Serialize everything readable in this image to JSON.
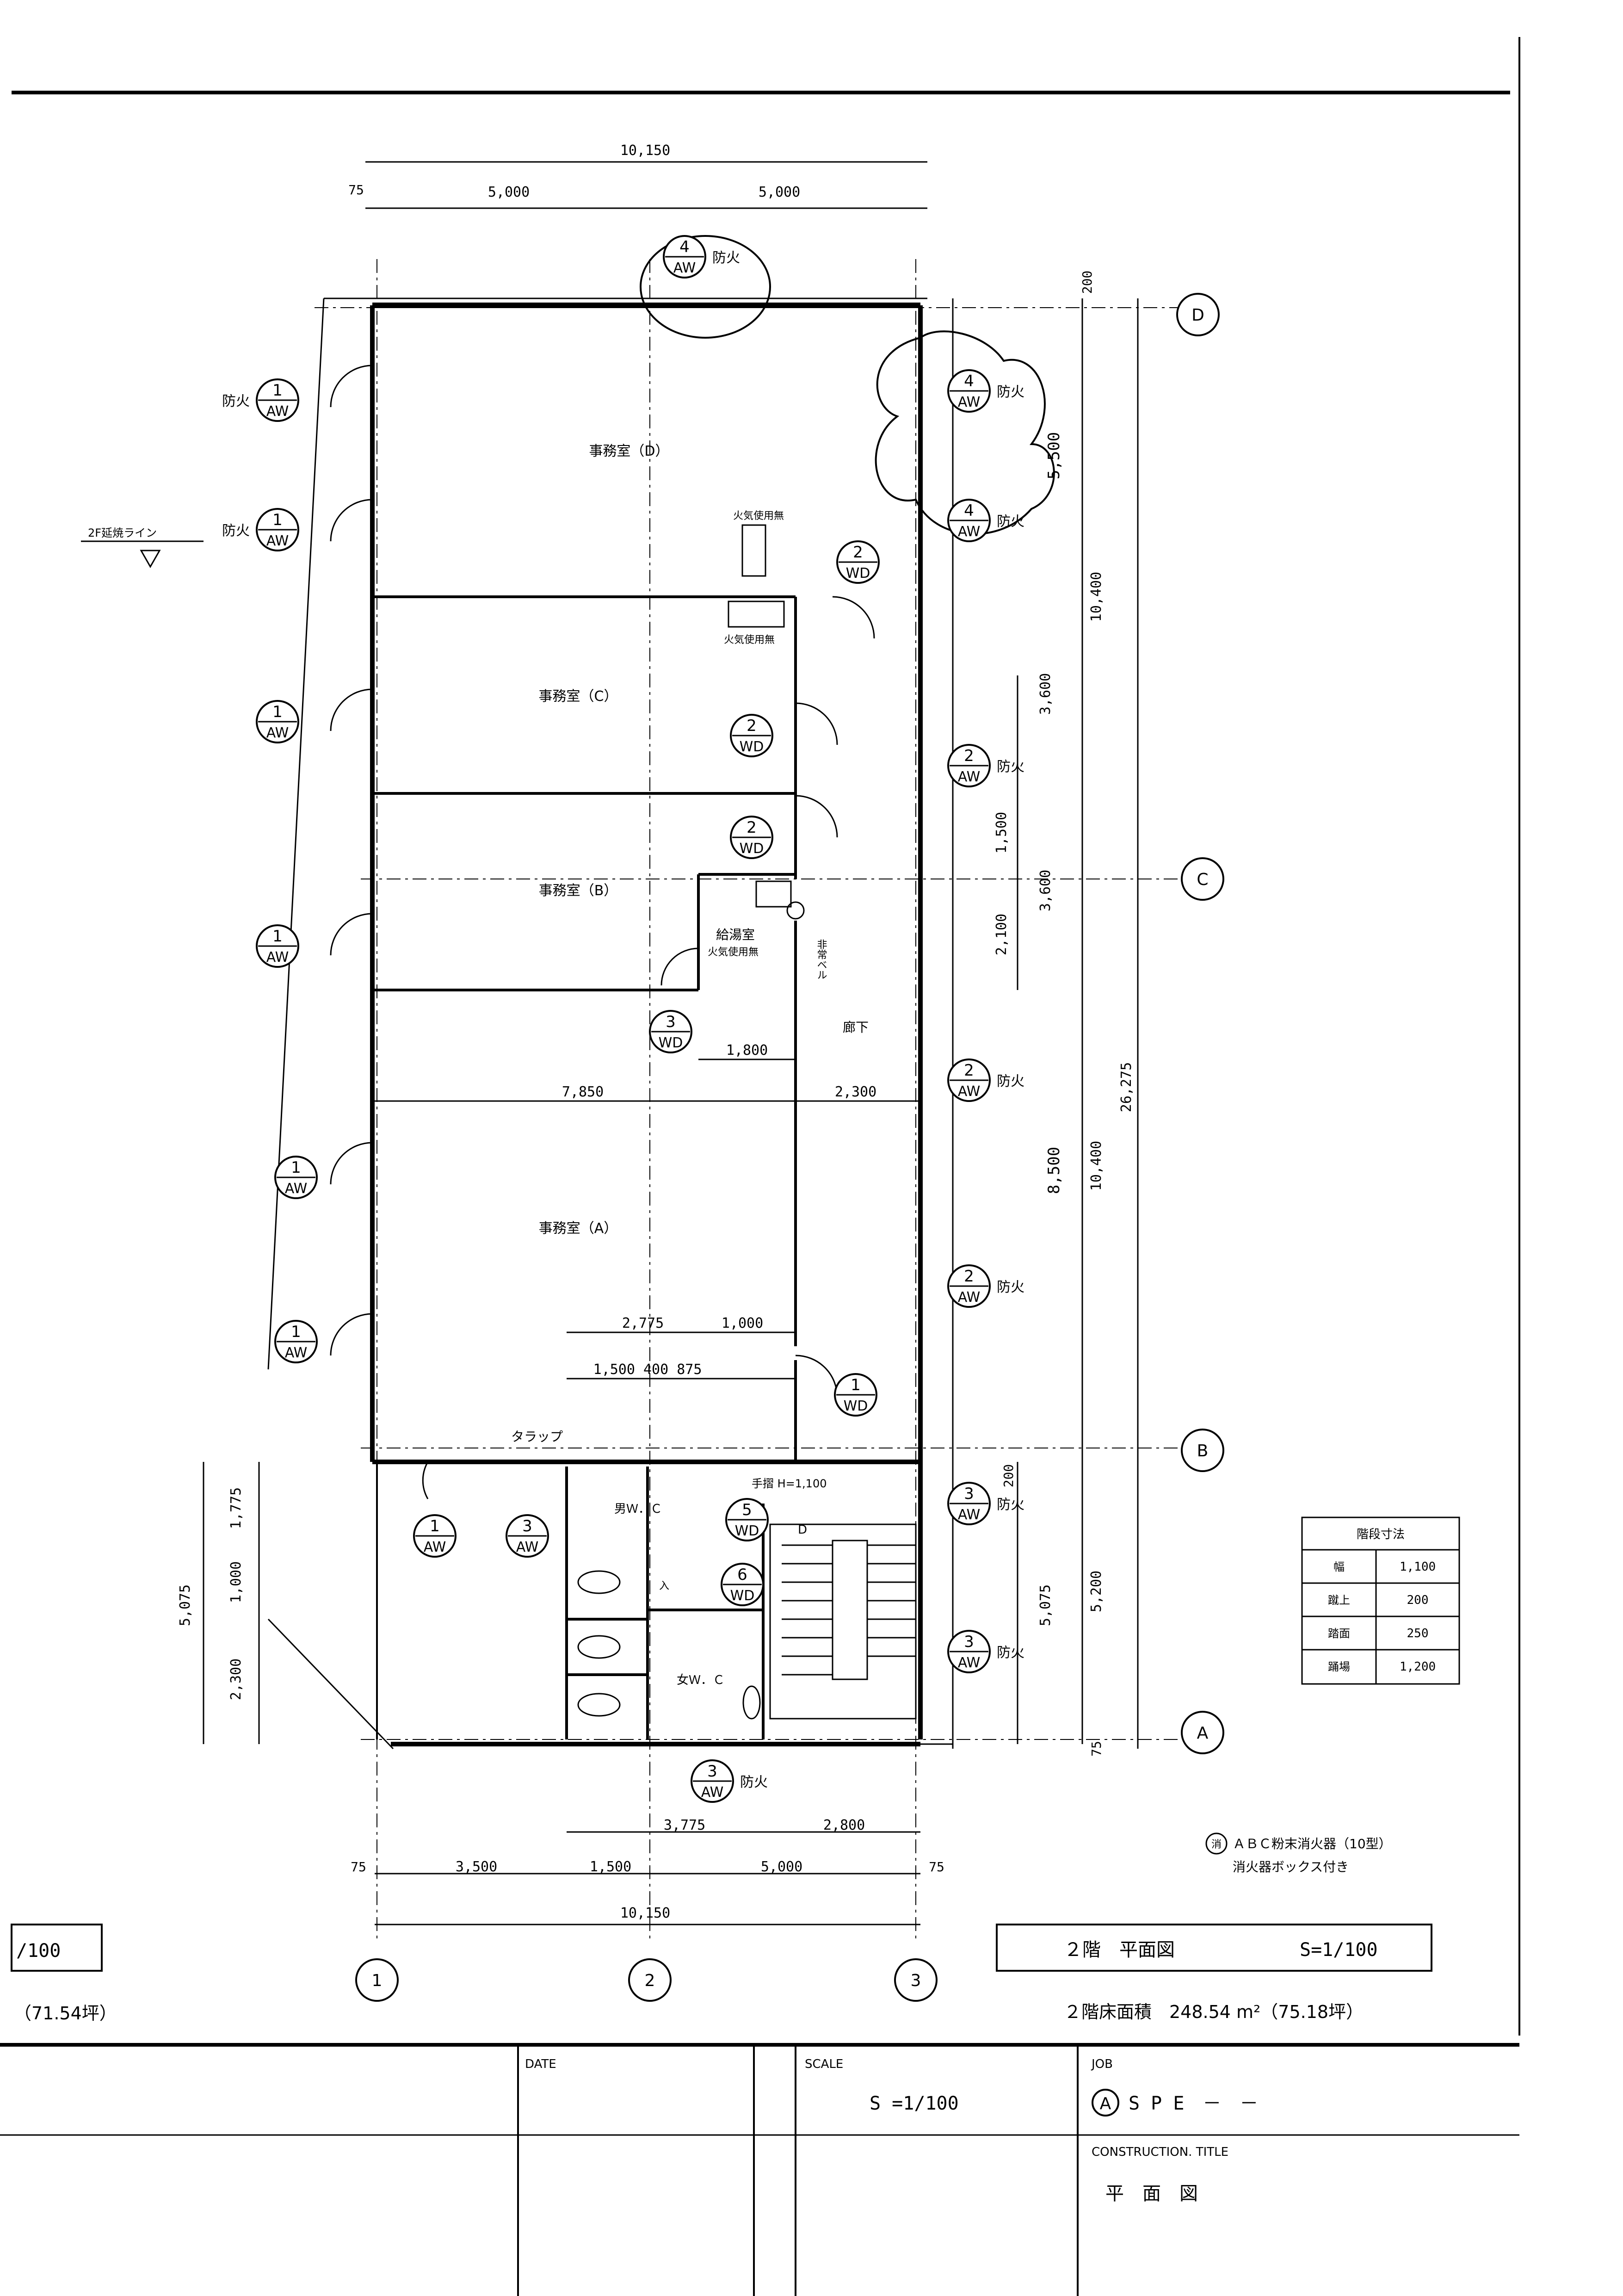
{
  "plan": {
    "rooms": {
      "office_d": "事務室（D）",
      "office_c": "事務室（C）",
      "office_b": "事務室（B）",
      "office_a": "事務室（A）",
      "kyutoshitsu": "給湯室",
      "corridor": "廊下",
      "mens_wc": "男Ｗ．Ｃ",
      "womens_wc": "女Ｗ．Ｃ"
    },
    "notes": {
      "fire_use_1": "火気使用無",
      "fire_use_2": "火気使用無",
      "fire_use_3": "火気使用無",
      "trap": "タラップ",
      "extension_line": "2F延焼ライン",
      "handrail": "手摺 H=1,100",
      "emergency": "非常ベル",
      "stair_down": "D",
      "extinguisher_mark": "消",
      "extinguisher_1": "ＡＢＣ粉末消火器（10型）",
      "extinguisher_2": "消火器ボックス付き",
      "ent": "入"
    },
    "window_tags": [
      {
        "num": "1",
        "type": "AW",
        "note": "防火"
      },
      {
        "num": "1",
        "type": "AW",
        "note": "防火"
      },
      {
        "num": "1",
        "type": "AW",
        "note": ""
      },
      {
        "num": "1",
        "type": "AW",
        "note": ""
      },
      {
        "num": "1",
        "type": "AW",
        "note": ""
      },
      {
        "num": "1",
        "type": "AW",
        "note": ""
      },
      {
        "num": "1",
        "type": "AW",
        "note": ""
      },
      {
        "num": "3",
        "type": "AW",
        "note": ""
      },
      {
        "num": "4",
        "type": "AW",
        "note": "防火"
      },
      {
        "num": "4",
        "type": "AW",
        "note": "防火"
      },
      {
        "num": "4",
        "type": "AW",
        "note": "防火"
      },
      {
        "num": "2",
        "type": "AW",
        "note": "防火"
      },
      {
        "num": "2",
        "type": "AW",
        "note": "防火"
      },
      {
        "num": "2",
        "type": "AW",
        "note": "防火"
      },
      {
        "num": "3",
        "type": "AW",
        "note": "防火"
      },
      {
        "num": "3",
        "type": "AW",
        "note": "防火"
      },
      {
        "num": "3",
        "type": "AW",
        "note": "防火"
      },
      {
        "num": "2",
        "type": "WD",
        "note": ""
      },
      {
        "num": "2",
        "type": "WD",
        "note": ""
      },
      {
        "num": "2",
        "type": "WD",
        "note": ""
      },
      {
        "num": "3",
        "type": "WD",
        "note": ""
      },
      {
        "num": "1",
        "type": "WD",
        "note": ""
      },
      {
        "num": "5",
        "type": "WD",
        "note": ""
      },
      {
        "num": "6",
        "type": "WD",
        "note": ""
      }
    ],
    "grid": {
      "row_d": "D",
      "row_c": "C",
      "row_b": "B",
      "row_a": "A",
      "col_1": "1",
      "col_2": "2",
      "col_3": "3"
    },
    "dims": {
      "top_total": "10,150",
      "top_75": "75",
      "top_5000_a": "5,000",
      "top_5000_b": "5,000",
      "right_200_top": "200",
      "right_10400_top": "10,400",
      "right_3600_a": "3,600",
      "right_3600_b": "3,600",
      "right_1500": "1,500",
      "right_2100": "2,100",
      "right_total": "26,275",
      "right_10400_b": "10,400",
      "right_8500": "8,500",
      "right_200_b": "200",
      "right_5075": "5,075",
      "right_5200": "5,200",
      "right_75": "75",
      "right_5500": "5,500",
      "mid_1800": "1,800",
      "mid_7850": "7,850",
      "mid_2300": "2,300",
      "mid_2775": "2,775",
      "mid_1000": "1,000",
      "mid_1500_400_875": "1,500 400 875",
      "left_1775": "1,775",
      "left_1000": "1,000",
      "left_5075": "5,075",
      "left_2300": "2,300",
      "bot_3775": "3,775",
      "bot_2800": "2,800",
      "bot_75_l": "75",
      "bot_3500": "3,500",
      "bot_1500": "1,500",
      "bot_5000": "5,000",
      "bot_75_r": "75",
      "bot_total": "10,150"
    },
    "stair_table": {
      "title": "階段寸法",
      "rows": [
        {
          "label": "幅",
          "value": "1,100"
        },
        {
          "label": "蹴上",
          "value": "200"
        },
        {
          "label": "踏面",
          "value": "250"
        },
        {
          "label": "踊場",
          "value": "1,200"
        }
      ]
    }
  },
  "title_block": {
    "left_scale": "/100",
    "left_area": "（71.54坪）",
    "drawing_title": "２階　平面図",
    "drawing_scale": "S=1/100",
    "floor_area": "２階床面積　248.54 m²（75.18坪）",
    "date_label": "DATE",
    "scale_label": "SCALE",
    "scale_value": "S =1/100",
    "job_label": "JOB",
    "job_code_mark": "A",
    "job_value": "S P E　－　－",
    "construction_label": "CONSTRUCTION. TITLE",
    "construction_value": "平　面　図"
  }
}
